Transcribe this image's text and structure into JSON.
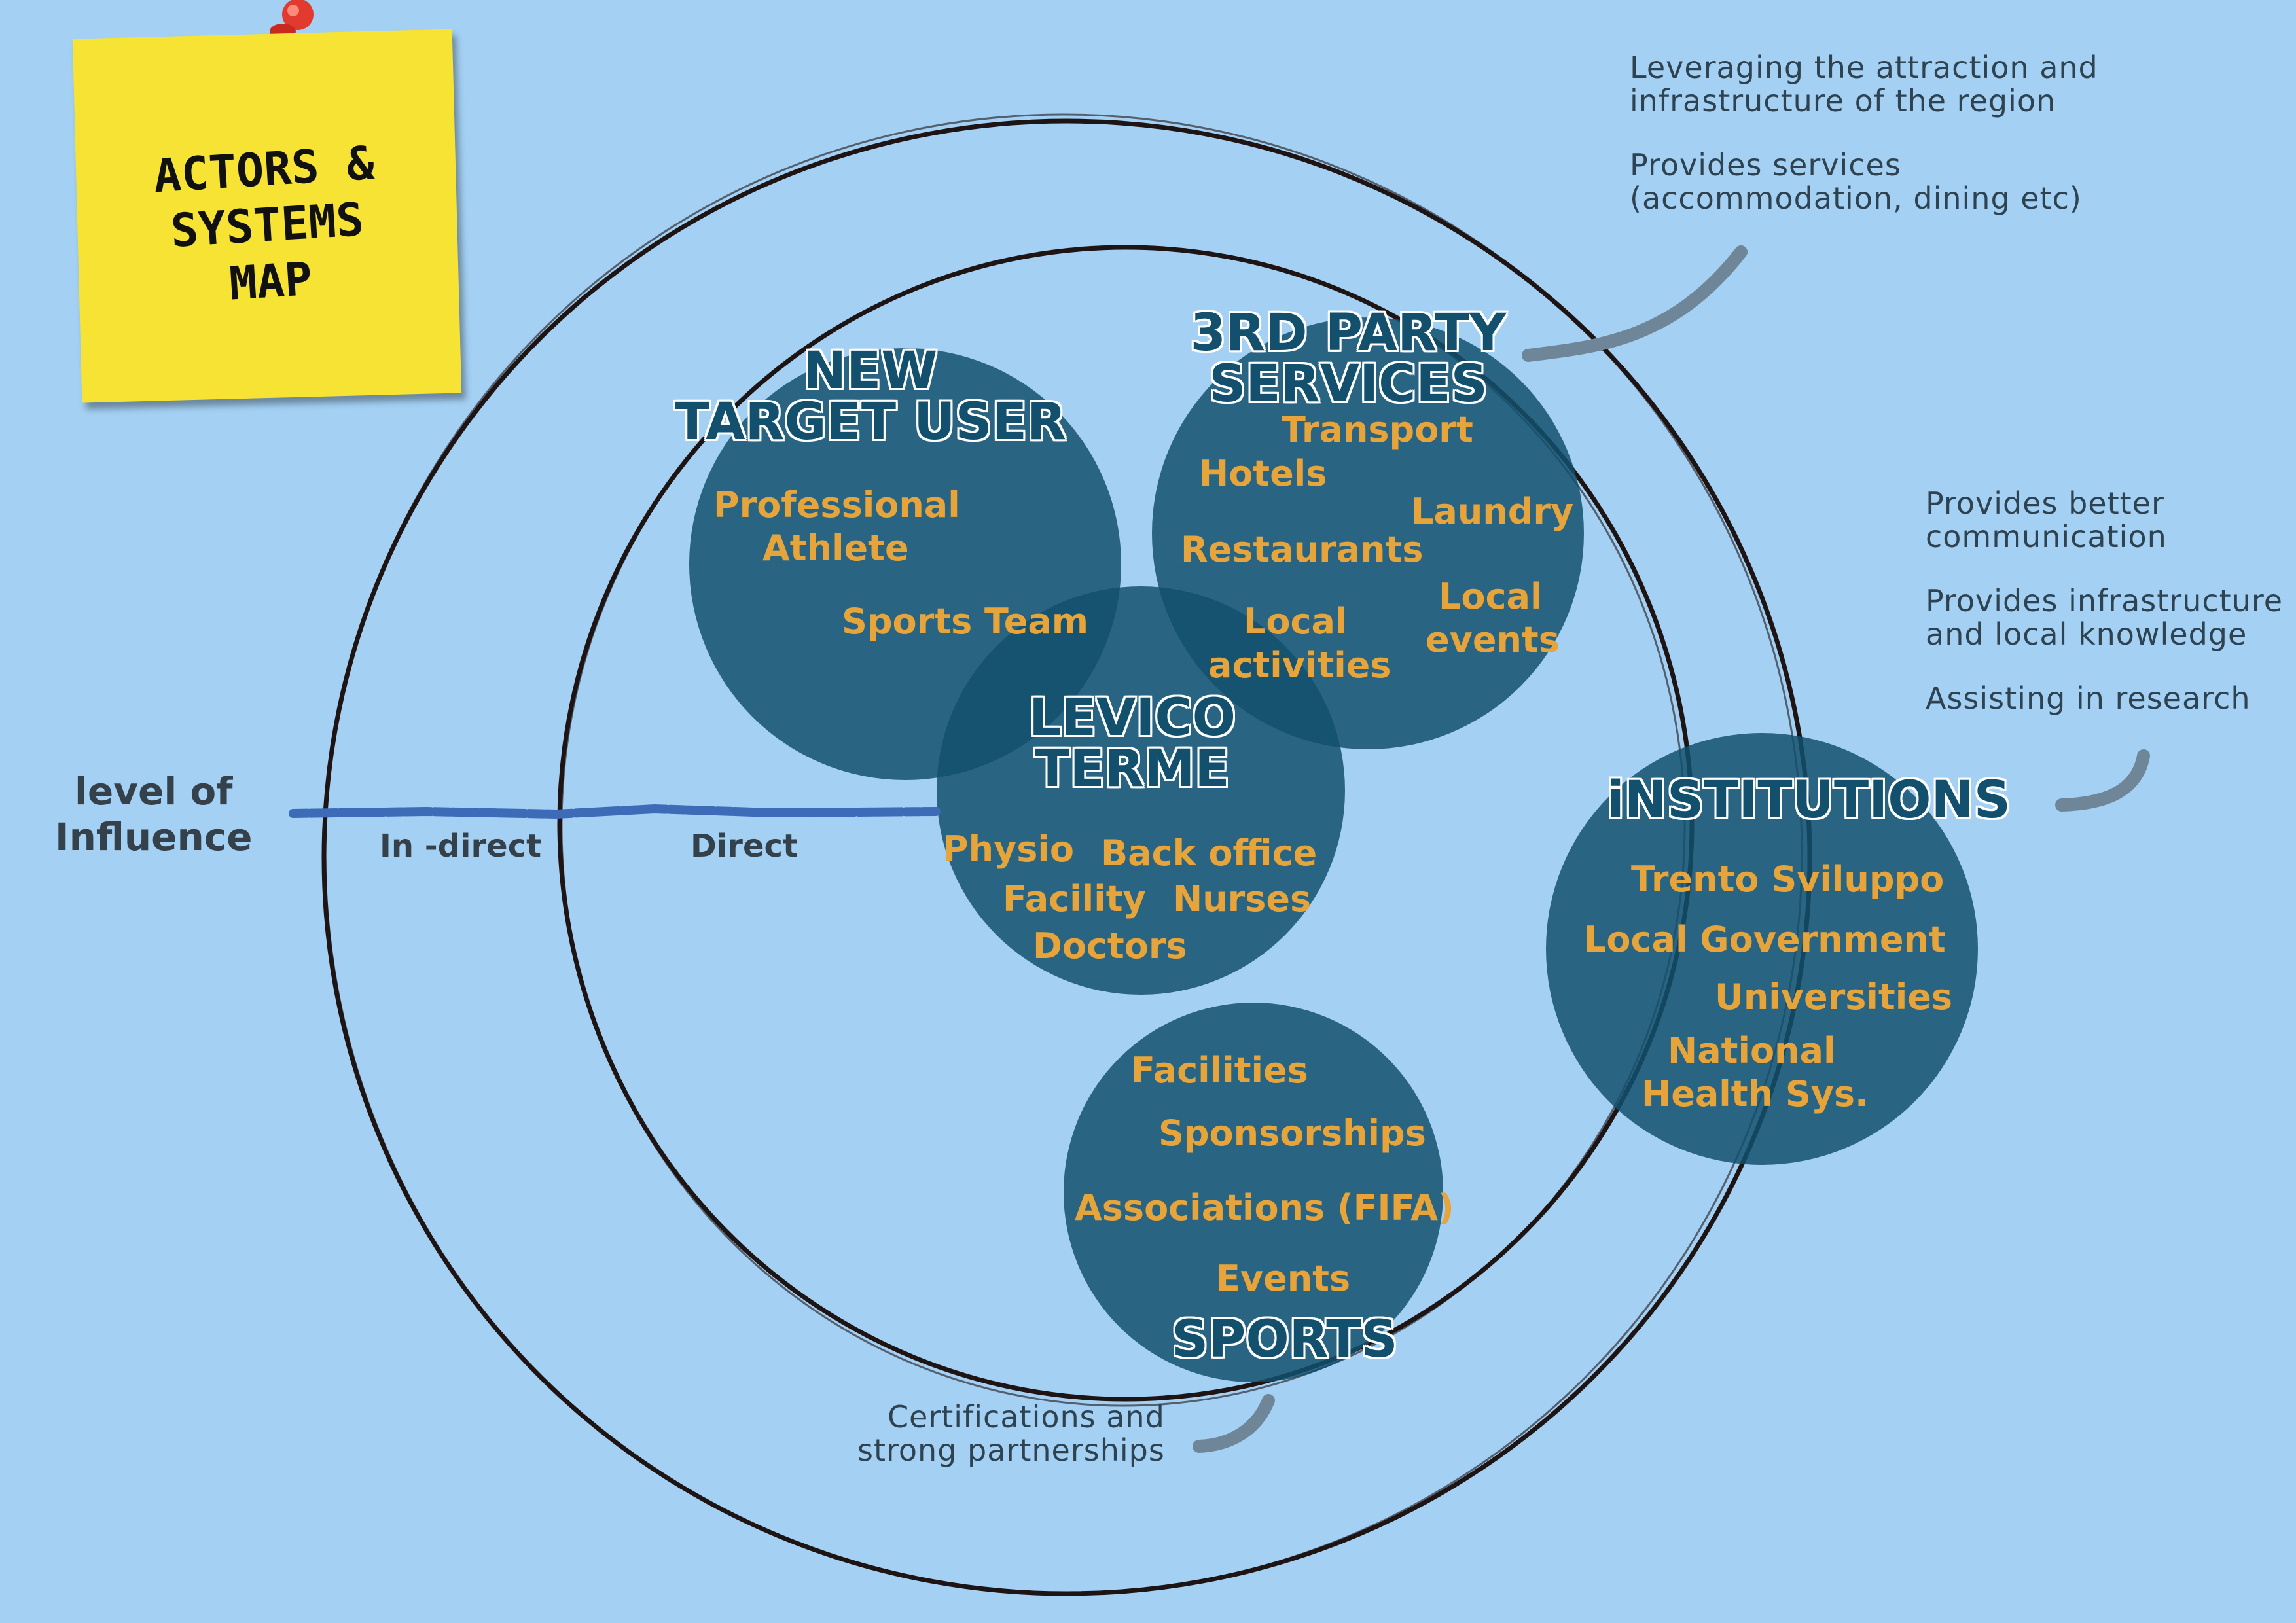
{
  "sticky_note": {
    "lines": [
      "ACTORS &",
      "SYSTEMS",
      "MAP"
    ]
  },
  "axis": {
    "label_lines": [
      "level of",
      "Influence"
    ],
    "indirect": "In -direct",
    "direct": "Direct"
  },
  "groups": {
    "new_target_user": {
      "title_lines": [
        "NEW",
        "TARGET USER"
      ],
      "items": [
        "Professional",
        "Athlete",
        "Sports Team"
      ]
    },
    "third_party": {
      "title_lines": [
        "3RD PARTY",
        "SERVICES"
      ],
      "items": [
        "Transport",
        "Hotels",
        "Laundry",
        "Restaurants",
        "Local",
        "activities",
        "Local",
        "events"
      ]
    },
    "levico": {
      "title_lines": [
        "LEVICO",
        "TERME"
      ],
      "items": [
        "Physio",
        "Back office",
        "Facility",
        "Nurses",
        "Doctors"
      ]
    },
    "institutions": {
      "title": "iNSTITUTIONS",
      "items": [
        "Trento Sviluppo",
        "Local Government",
        "Universities",
        "National",
        "Health Sys."
      ]
    },
    "sports": {
      "title": "SPORTS",
      "items": [
        "Facilities",
        "Sponsorships",
        "Associations (FIFA)",
        "Events"
      ]
    }
  },
  "notes": {
    "third_party": [
      "Leveraging the attraction and",
      "infrastructure of the region",
      "Provides services",
      "(accommodation, dining etc)"
    ],
    "institutions": [
      "Provides better",
      "communication",
      "Provides infrastructure",
      "and local knowledge",
      "Assisting in research"
    ],
    "sports": [
      "Certifications and",
      "strong partnerships"
    ]
  },
  "colors": {
    "background": "#a3d0f3",
    "bubble": "#12506e",
    "item_text": "#e6a43a",
    "sticky": "#f7e334",
    "ring": "#1e1414",
    "arrow": "#3d6bb8",
    "connector": "#6e8697"
  }
}
